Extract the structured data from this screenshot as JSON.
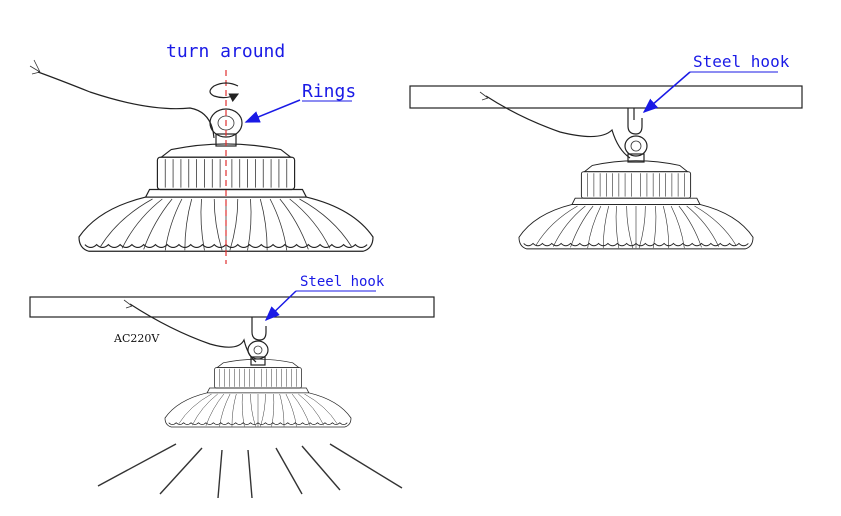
{
  "labels": {
    "turn_around": "turn around",
    "rings": "Rings",
    "steel_hook_1": "Steel hook",
    "steel_hook_2": "Steel hook",
    "ac_voltage": "AC220V"
  },
  "colors": {
    "label_blue": "#1a1ae6",
    "axis_red": "#e03030",
    "ink": "#222222"
  },
  "icons": {
    "rotation": "rotation-arrow-icon",
    "pointer": "pointer-arrow-icon"
  }
}
